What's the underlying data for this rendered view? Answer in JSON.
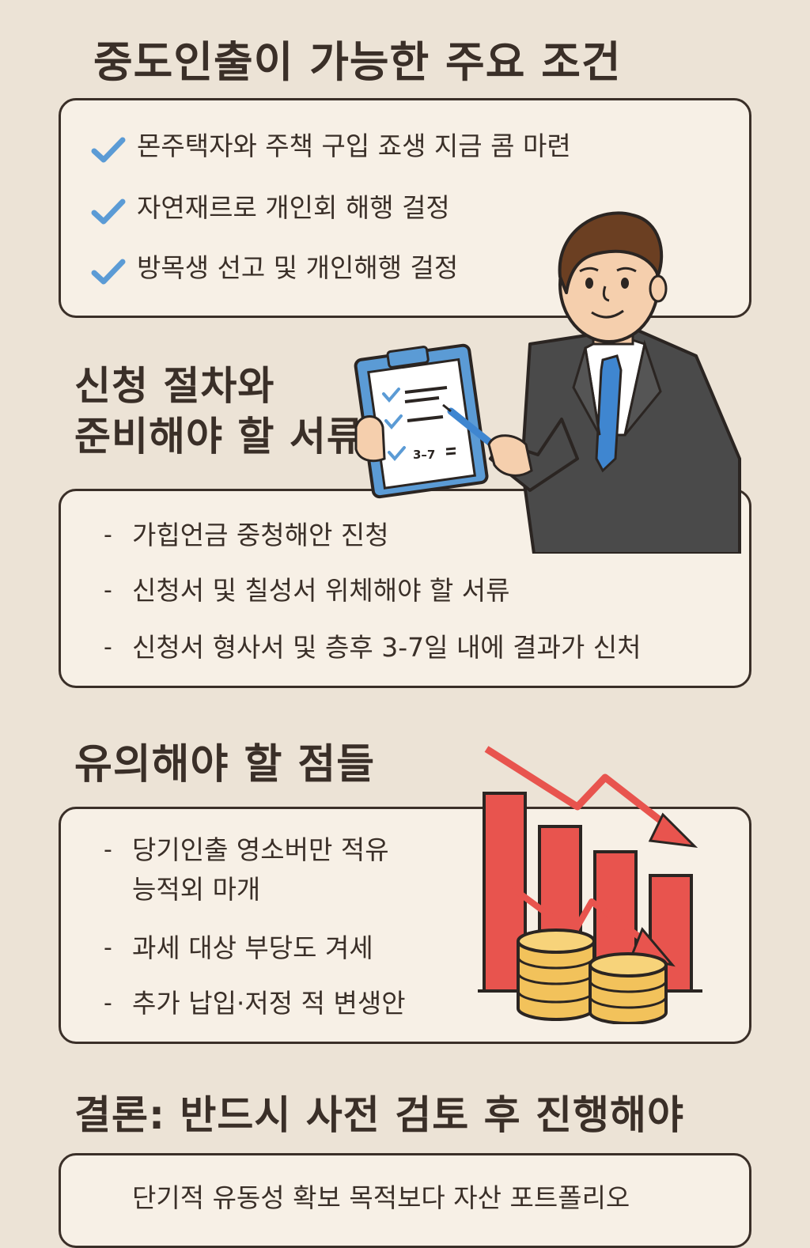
{
  "sections": {
    "conditions": {
      "title": "중도인출이 가능한 주요 조건",
      "items": [
        "몬주택자와 주책 구입  죠생 지금 콤 마련",
        "자연재르로 개인회 해행 걸정",
        "방목생 선고 및 개인해행 걸정"
      ],
      "bullet_icon": "check-icon",
      "bullet_color": "#5b9bd5"
    },
    "procedure": {
      "title_line1": "신청 절차와",
      "title_line2": "준비해야 할 서류",
      "items": [
        "가힙언금 중청해안 진청",
        "신청서 및 칠성서 위체해야 할 서류",
        "신청서 형사서 및 층후 3-7일 내에 결과가 신처"
      ],
      "bullet": "-"
    },
    "cautions": {
      "title": "유의해야 할 점들",
      "items": [
        "당기인출 영소버만 적유",
        "능적외 마개",
        "과세 대상 부당도 겨세",
        "추가 납입·저정 적 변생안"
      ],
      "bullet": "-"
    },
    "conclusion": {
      "title": "결론: 반드시 사전 검토 후 진행해야",
      "text": "단기적 유동성 확보 목적보다 자산 포트폴리오"
    }
  },
  "illustration": {
    "clipboard_label": "3–7",
    "clipboard_icon": "clipboard-icon",
    "chart_icon": "declining-bar-chart-icon",
    "coins_icon": "coin-stack-icon"
  },
  "colors": {
    "background": "#ece3d6",
    "panel": "#f7f0e6",
    "text": "#3a2f28",
    "accent_blue": "#5b9bd5",
    "chart_red": "#e8544e",
    "coin_gold": "#f2c25b",
    "suit_gray": "#4a4a4a"
  }
}
